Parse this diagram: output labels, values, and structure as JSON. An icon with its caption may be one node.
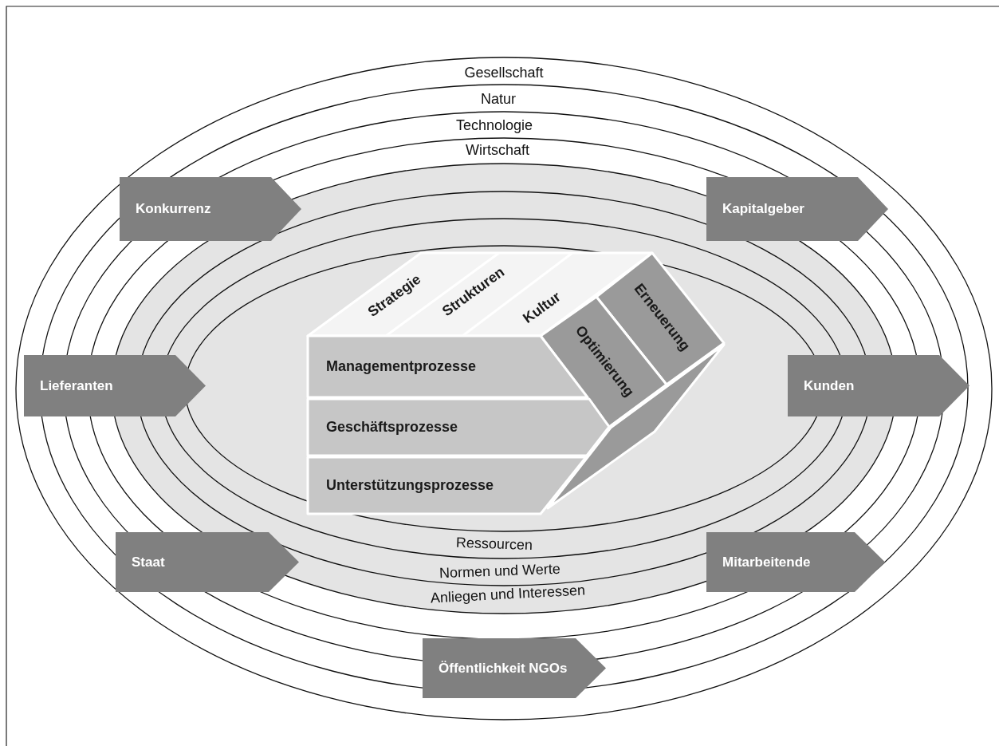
{
  "diagram": {
    "nodes": [
      {
        "text": [
          "Konkurrenz"
        ]
      },
      {
        "text": [
          "Kapitalgeber"
        ]
      },
      {
        "text": [
          "Strategie",
          "Strukturen",
          "Kultur"
        ]
      },
      {
        "text": [
          "Erneuerung"
        ]
      },
      {
        "text": [
          "Optimierung"
        ]
      },
      {
        "text": [
          "Lieferanten"
        ]
      },
      {
        "text": [
          "Managementprozesse"
        ]
      },
      {
        "text": [
          "Kunden"
        ]
      },
      {
        "text": [
          "Geschäftsprozesse"
        ]
      },
      {
        "text": [
          "Unterstützungsprozesse"
        ]
      },
      {
        "text": [
          "Staat"
        ]
      },
      {
        "text": [
          "Mitarbeitende"
        ]
      },
      {
        "text": [
          "Öffentlichkeit NGOs"
        ]
      },
      {
        "text": [],
        "shape": "parallelogram"
      }
    ],
    "edges": [],
    "labels": [
      "Gesellschaft",
      "Natur",
      "Technologie",
      "Wirtschaft",
      "Ressourcen",
      "Normen und Werte",
      "Anliegen und Interessen"
    ]
  }
}
